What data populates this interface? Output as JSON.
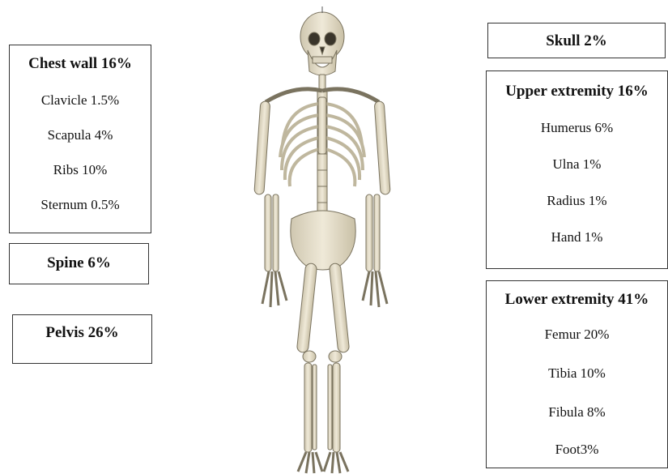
{
  "chest_wall": {
    "title": "Chest wall 16%",
    "items": [
      "Clavicle 1.5%",
      "Scapula 4%",
      "Ribs 10%",
      "Sternum 0.5%"
    ]
  },
  "spine": {
    "title": "Spine 6%"
  },
  "pelvis": {
    "title": "Pelvis 26%"
  },
  "skull": {
    "title": "Skull 2%"
  },
  "upper_extremity": {
    "title": "Upper extremity 16%",
    "items": [
      "Humerus 6%",
      "Ulna 1%",
      "Radius 1%",
      "Hand 1%"
    ]
  },
  "lower_extremity": {
    "title": "Lower extremity 41%",
    "items": [
      "Femur 20%",
      "Tibia 10%",
      "Fibula 8%",
      "Foot3%"
    ]
  },
  "illustration": {
    "subject": "human-skeleton",
    "bone_color": "#e8e2d0"
  }
}
